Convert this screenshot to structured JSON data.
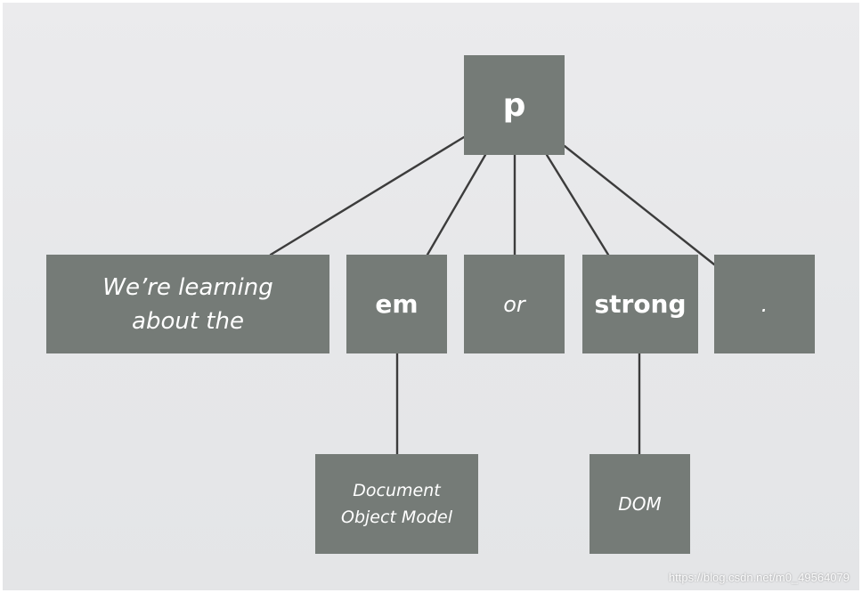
{
  "diagram": {
    "root": {
      "label": "p"
    },
    "children": [
      {
        "label": "We’re learning about the"
      },
      {
        "label": "em"
      },
      {
        "label": "or"
      },
      {
        "label": "strong"
      },
      {
        "label": "."
      }
    ],
    "grandchildren": [
      {
        "label": "Document Object Model"
      },
      {
        "label": "DOM"
      }
    ]
  },
  "watermark": "https://blog.csdn.net/m0_49564079",
  "colors": {
    "node_fill": "#757b77",
    "node_text": "#ffffff",
    "edge": "#3c3c3c",
    "background": "#e8e9eb"
  }
}
